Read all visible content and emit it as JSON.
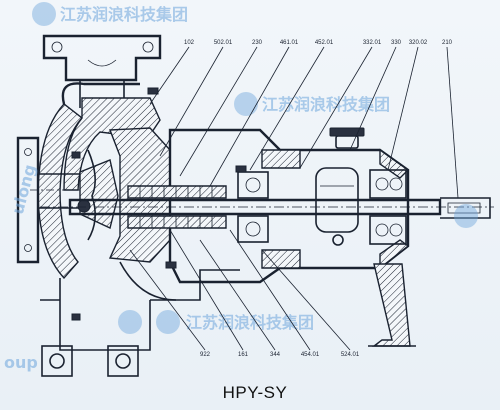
{
  "title": "HPY-SY",
  "top_callouts": [
    "102",
    "502.01",
    "230",
    "461.01",
    "452.01",
    "332.01",
    "330",
    "320.02",
    "210"
  ],
  "bottom_callouts": [
    "922",
    "161",
    "344",
    "454.01",
    "524.01"
  ],
  "watermark_text": "江苏润浪科技集团",
  "watermark_side_text": "ulong",
  "watermark_left_text": "oup",
  "colors": {
    "line": "#1a2230",
    "watermark": "#6ea6dc",
    "background": "#eef3f8"
  }
}
